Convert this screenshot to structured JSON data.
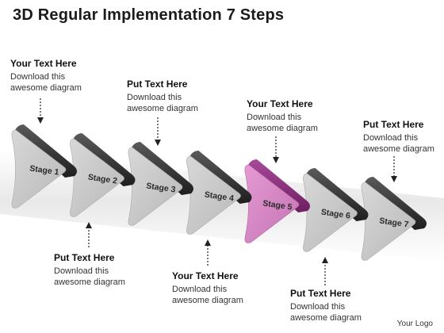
{
  "title": "3D Regular Implementation 7 Steps",
  "stages": [
    {
      "label": "Stage 1",
      "highlight": false
    },
    {
      "label": "Stage 2",
      "highlight": false
    },
    {
      "label": "Stage 3",
      "highlight": false
    },
    {
      "label": "Stage 4",
      "highlight": false
    },
    {
      "label": "Stage 5",
      "highlight": true
    },
    {
      "label": "Stage 6",
      "highlight": false
    },
    {
      "label": "Stage 7",
      "highlight": false
    }
  ],
  "callouts": [
    {
      "heading": "Your Text Here",
      "line1": "Download this",
      "line2": "awesome diagram"
    },
    {
      "heading": "Put Text Here",
      "line1": "Download this",
      "line2": "awesome diagram"
    },
    {
      "heading": "Put Text Here",
      "line1": "Download this",
      "line2": "awesome diagram"
    },
    {
      "heading": "Your Text Here",
      "line1": "Download this",
      "line2": "awesome diagram"
    },
    {
      "heading": "Your Text Here",
      "line1": "Download this",
      "line2": "awesome diagram"
    },
    {
      "heading": "Put Text Here",
      "line1": "Download this",
      "line2": "awesome diagram"
    },
    {
      "heading": "Put Text Here",
      "line1": "Download this",
      "line2": "awesome diagram"
    }
  ],
  "logo_text": "Your Logo",
  "colors": {
    "stage_fill": "#c9c9c9",
    "stage_side": "#3a3a3a",
    "highlight_fill": "#d98ac8",
    "highlight_side": "#8a2d78"
  }
}
